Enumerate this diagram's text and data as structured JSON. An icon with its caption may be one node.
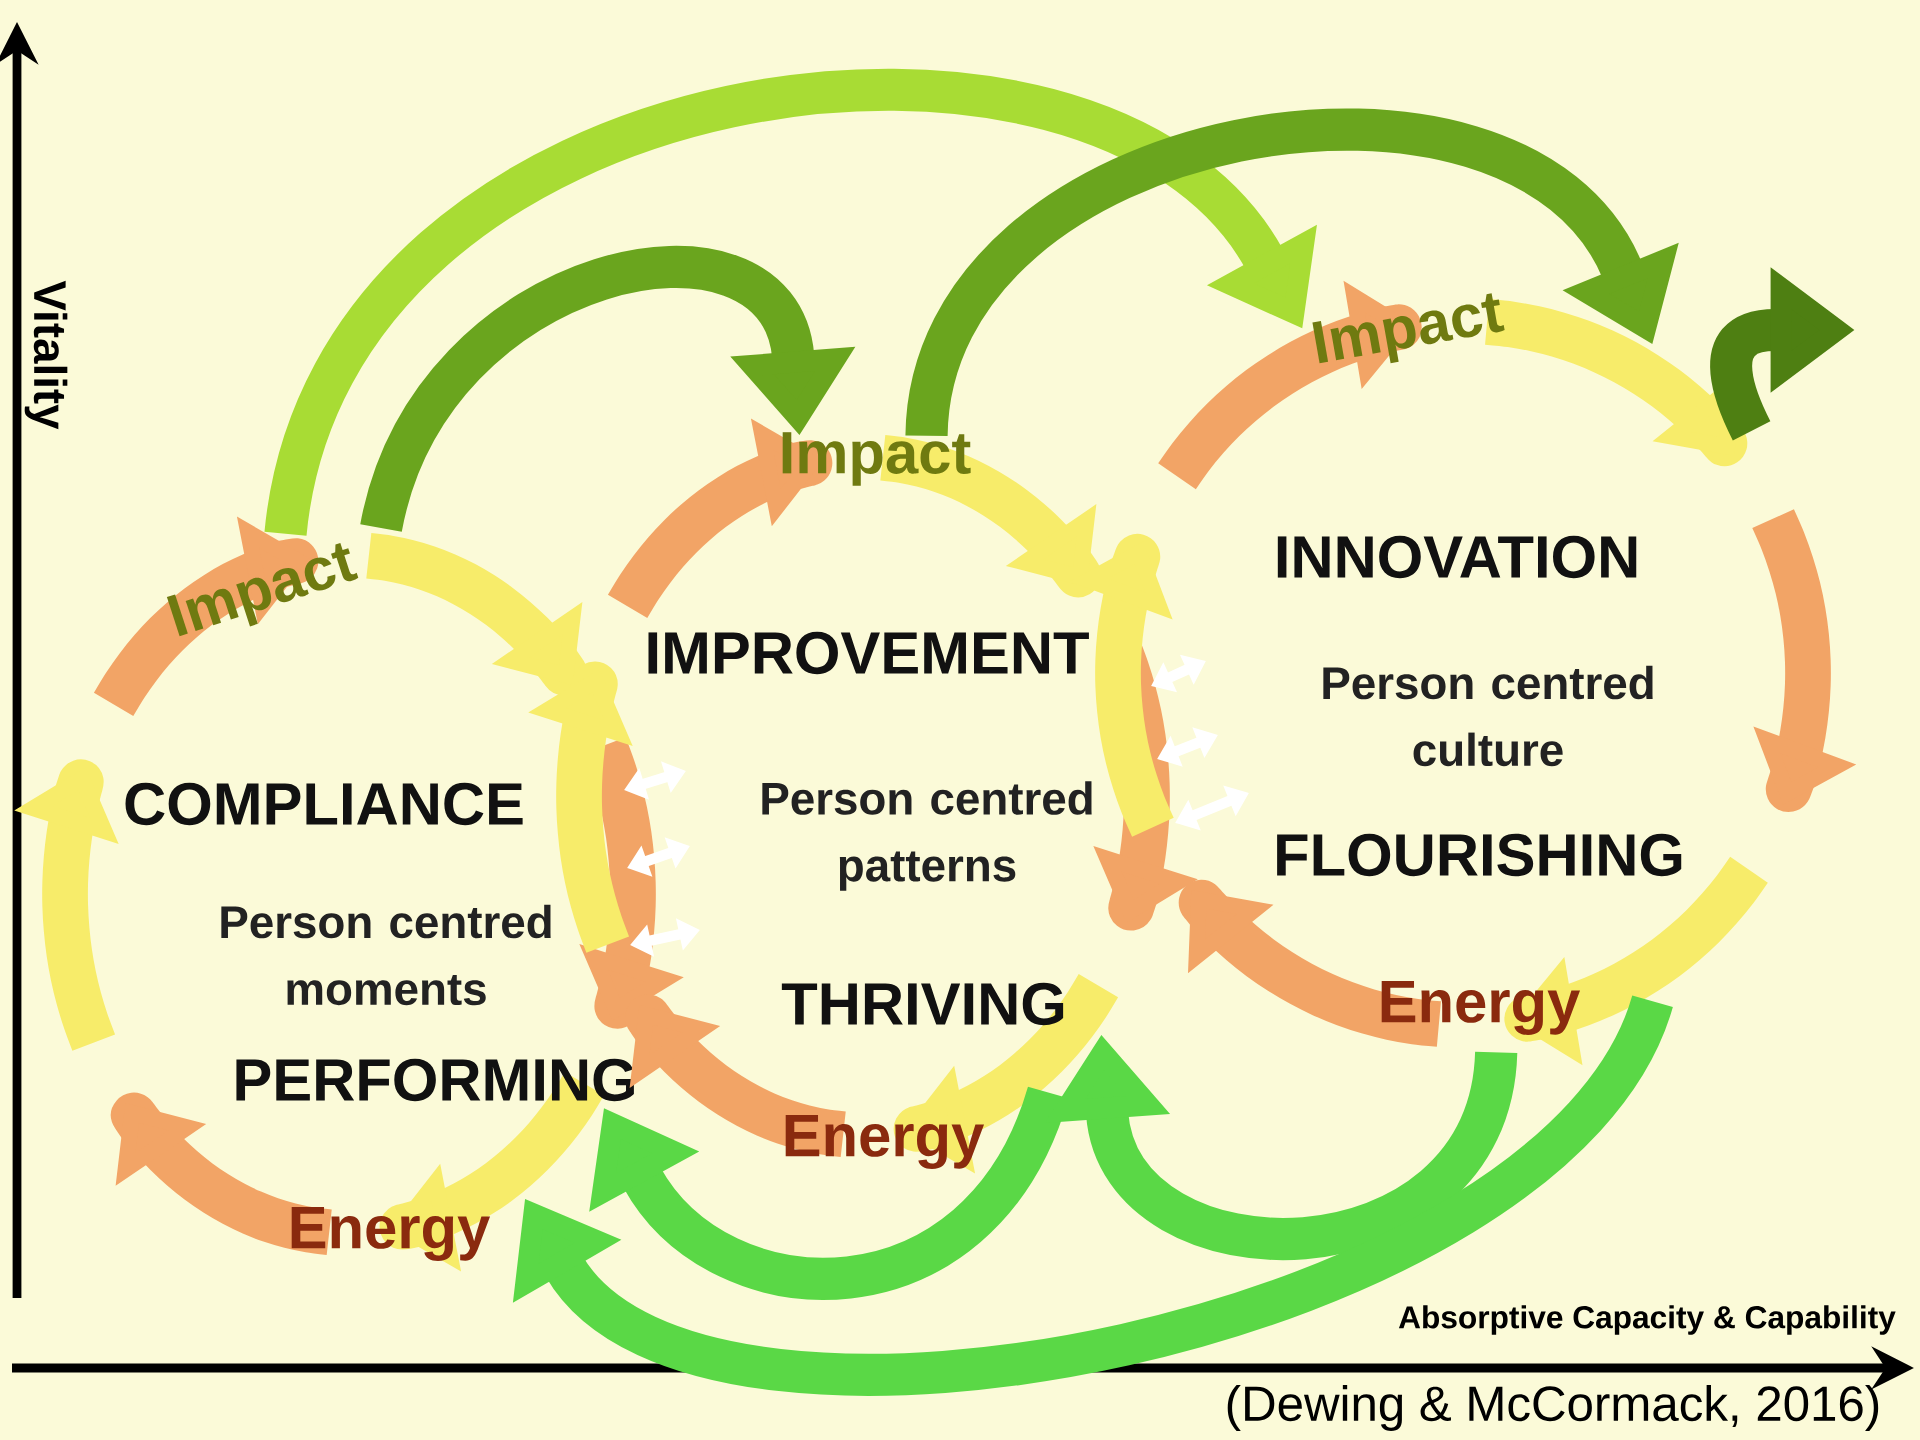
{
  "diagram": {
    "caption": "(Dewing & McCormack,  2016)",
    "nodes": [
      {
        "text": [
          "Impact",
          "COMPLIANCE",
          "Person centred moments",
          "PERFORMING",
          "Energy"
        ]
      },
      {
        "text": [
          "Impact",
          "IMPROVEMENT",
          "Person centred patterns",
          "THRIVING",
          "Energy"
        ]
      },
      {
        "text": [
          "Impact",
          "INNOVATION",
          "Person centred culture",
          "FLOURISHING",
          "Energy"
        ]
      }
    ],
    "edges": [
      {
        "from": 0,
        "to": 1,
        "arrow": "to",
        "color": "#6aa51e"
      },
      {
        "from": 0,
        "to": 2,
        "arrow": "to",
        "color": "#a8dc34"
      },
      {
        "from": 1,
        "to": 2,
        "arrow": "to",
        "color": "#6aa51e"
      },
      {
        "from": 2,
        "to": null,
        "arrow": "to",
        "color": "#4e7f12"
      },
      {
        "from": 1,
        "to": 0,
        "arrow": "to",
        "color": "#5ad846"
      },
      {
        "from": 2,
        "to": 1,
        "arrow": "to",
        "color": "#5ad846"
      },
      {
        "from": 2,
        "to": 0,
        "arrow": "to",
        "color": "#5ad846"
      },
      {
        "from": 0,
        "to": 1,
        "arrow": "both",
        "color": "#ffffff"
      },
      {
        "from": 0,
        "to": 1,
        "arrow": "both",
        "color": "#ffffff"
      },
      {
        "from": 0,
        "to": 1,
        "arrow": "both",
        "color": "#ffffff"
      },
      {
        "from": 1,
        "to": 2,
        "arrow": "both",
        "color": "#ffffff"
      },
      {
        "from": 1,
        "to": 2,
        "arrow": "both",
        "color": "#ffffff"
      },
      {
        "from": 1,
        "to": 2,
        "arrow": "both",
        "color": "#ffffff"
      }
    ],
    "labels": [
      "Vitality",
      "Absorptive Capacity & Capability"
    ]
  }
}
